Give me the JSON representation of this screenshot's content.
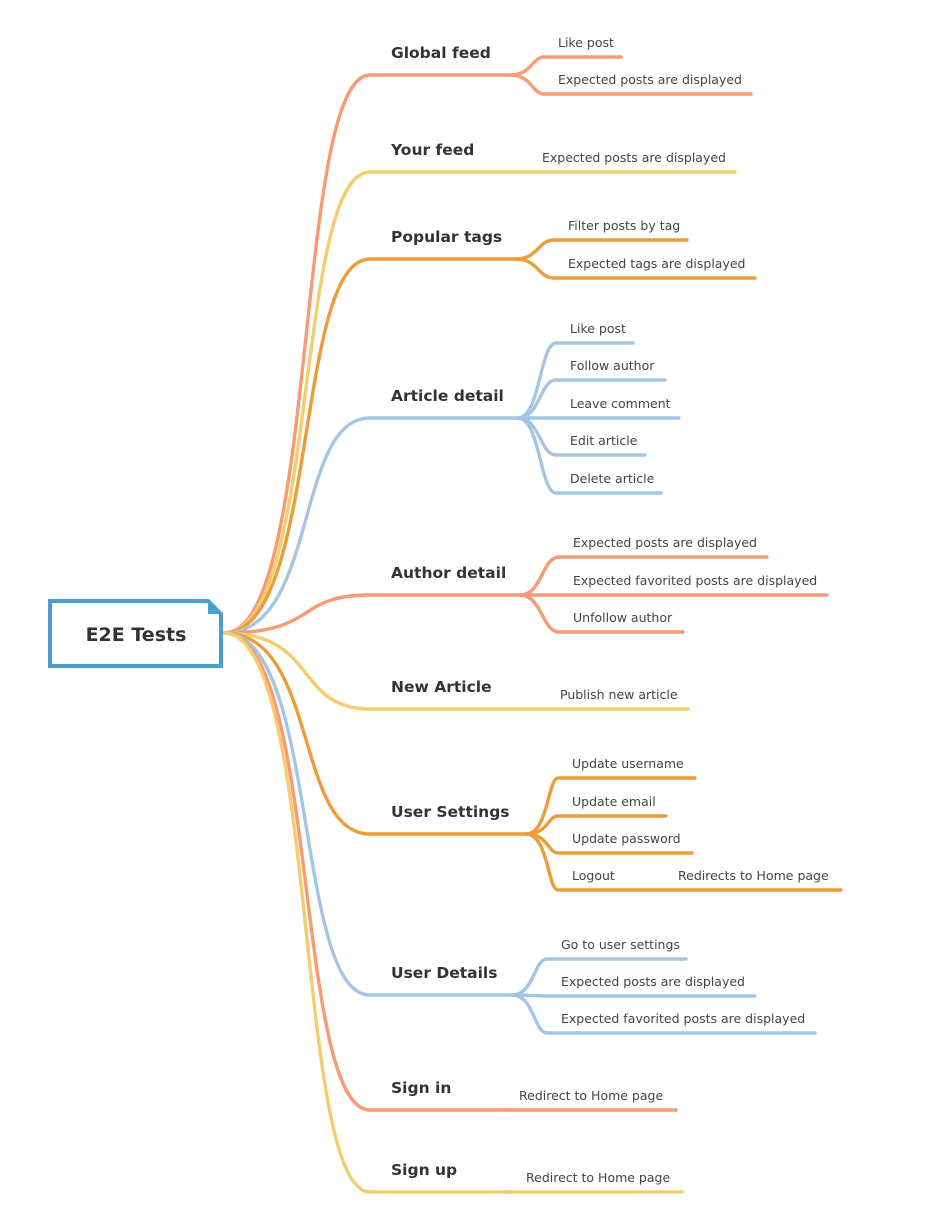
{
  "root": {
    "label": "E2E Tests"
  },
  "colors": {
    "salmon": "#f79b74",
    "yellow": "#f3cd6e",
    "orange": "#ec9d3a",
    "blue": "#a4c6e4",
    "root_border": "#4a9fd0"
  },
  "branches": [
    {
      "label": "Global feed",
      "color": "salmon",
      "leaves": [
        {
          "label": "Like post"
        },
        {
          "label": "Expected posts are displayed"
        }
      ]
    },
    {
      "label": "Your feed",
      "color": "yellow",
      "leaves": [
        {
          "label": "Expected posts are displayed"
        }
      ]
    },
    {
      "label": "Popular tags",
      "color": "orange",
      "leaves": [
        {
          "label": "Filter posts by tag"
        },
        {
          "label": "Expected tags are displayed"
        }
      ]
    },
    {
      "label": "Article detail",
      "color": "blue",
      "leaves": [
        {
          "label": "Like post"
        },
        {
          "label": "Follow author"
        },
        {
          "label": "Leave comment"
        },
        {
          "label": "Edit article"
        },
        {
          "label": "Delete article"
        }
      ]
    },
    {
      "label": "Author detail",
      "color": "salmon",
      "leaves": [
        {
          "label": "Expected posts are displayed"
        },
        {
          "label": "Expected favorited posts are displayed"
        },
        {
          "label": "Unfollow author"
        }
      ]
    },
    {
      "label": "New Article",
      "color": "yellow",
      "leaves": [
        {
          "label": "Publish new article"
        }
      ]
    },
    {
      "label": "User Settings",
      "color": "orange",
      "leaves": [
        {
          "label": "Update username"
        },
        {
          "label": "Update email"
        },
        {
          "label": "Update password"
        },
        {
          "label": "Logout",
          "children": [
            {
              "label": "Redirects to Home page"
            }
          ]
        }
      ]
    },
    {
      "label": "User Details",
      "color": "blue",
      "leaves": [
        {
          "label": "Go to user settings"
        },
        {
          "label": "Expected posts are displayed"
        },
        {
          "label": "Expected favorited posts are displayed"
        }
      ]
    },
    {
      "label": "Sign in",
      "color": "salmon",
      "leaves": [
        {
          "label": "Redirect to Home page"
        }
      ]
    },
    {
      "label": "Sign up",
      "color": "yellow",
      "leaves": [
        {
          "label": "Redirect to Home page"
        }
      ]
    }
  ]
}
